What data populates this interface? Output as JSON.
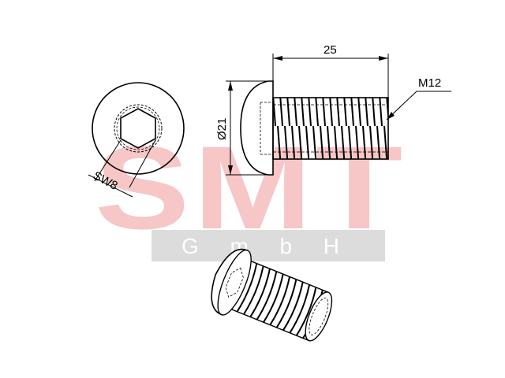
{
  "watermark": {
    "logo_text": "SMT",
    "sub_text": "G m b H",
    "logo_color": "#f7c6c6",
    "band_color": "#dcdcdc",
    "sub_color": "#ffffff"
  },
  "dimensions": {
    "length_label": "25",
    "thread_label": "M12",
    "head_diameter_label": "Ø21",
    "wrench_size_label": "SW8"
  },
  "colors": {
    "line": "#000000"
  }
}
